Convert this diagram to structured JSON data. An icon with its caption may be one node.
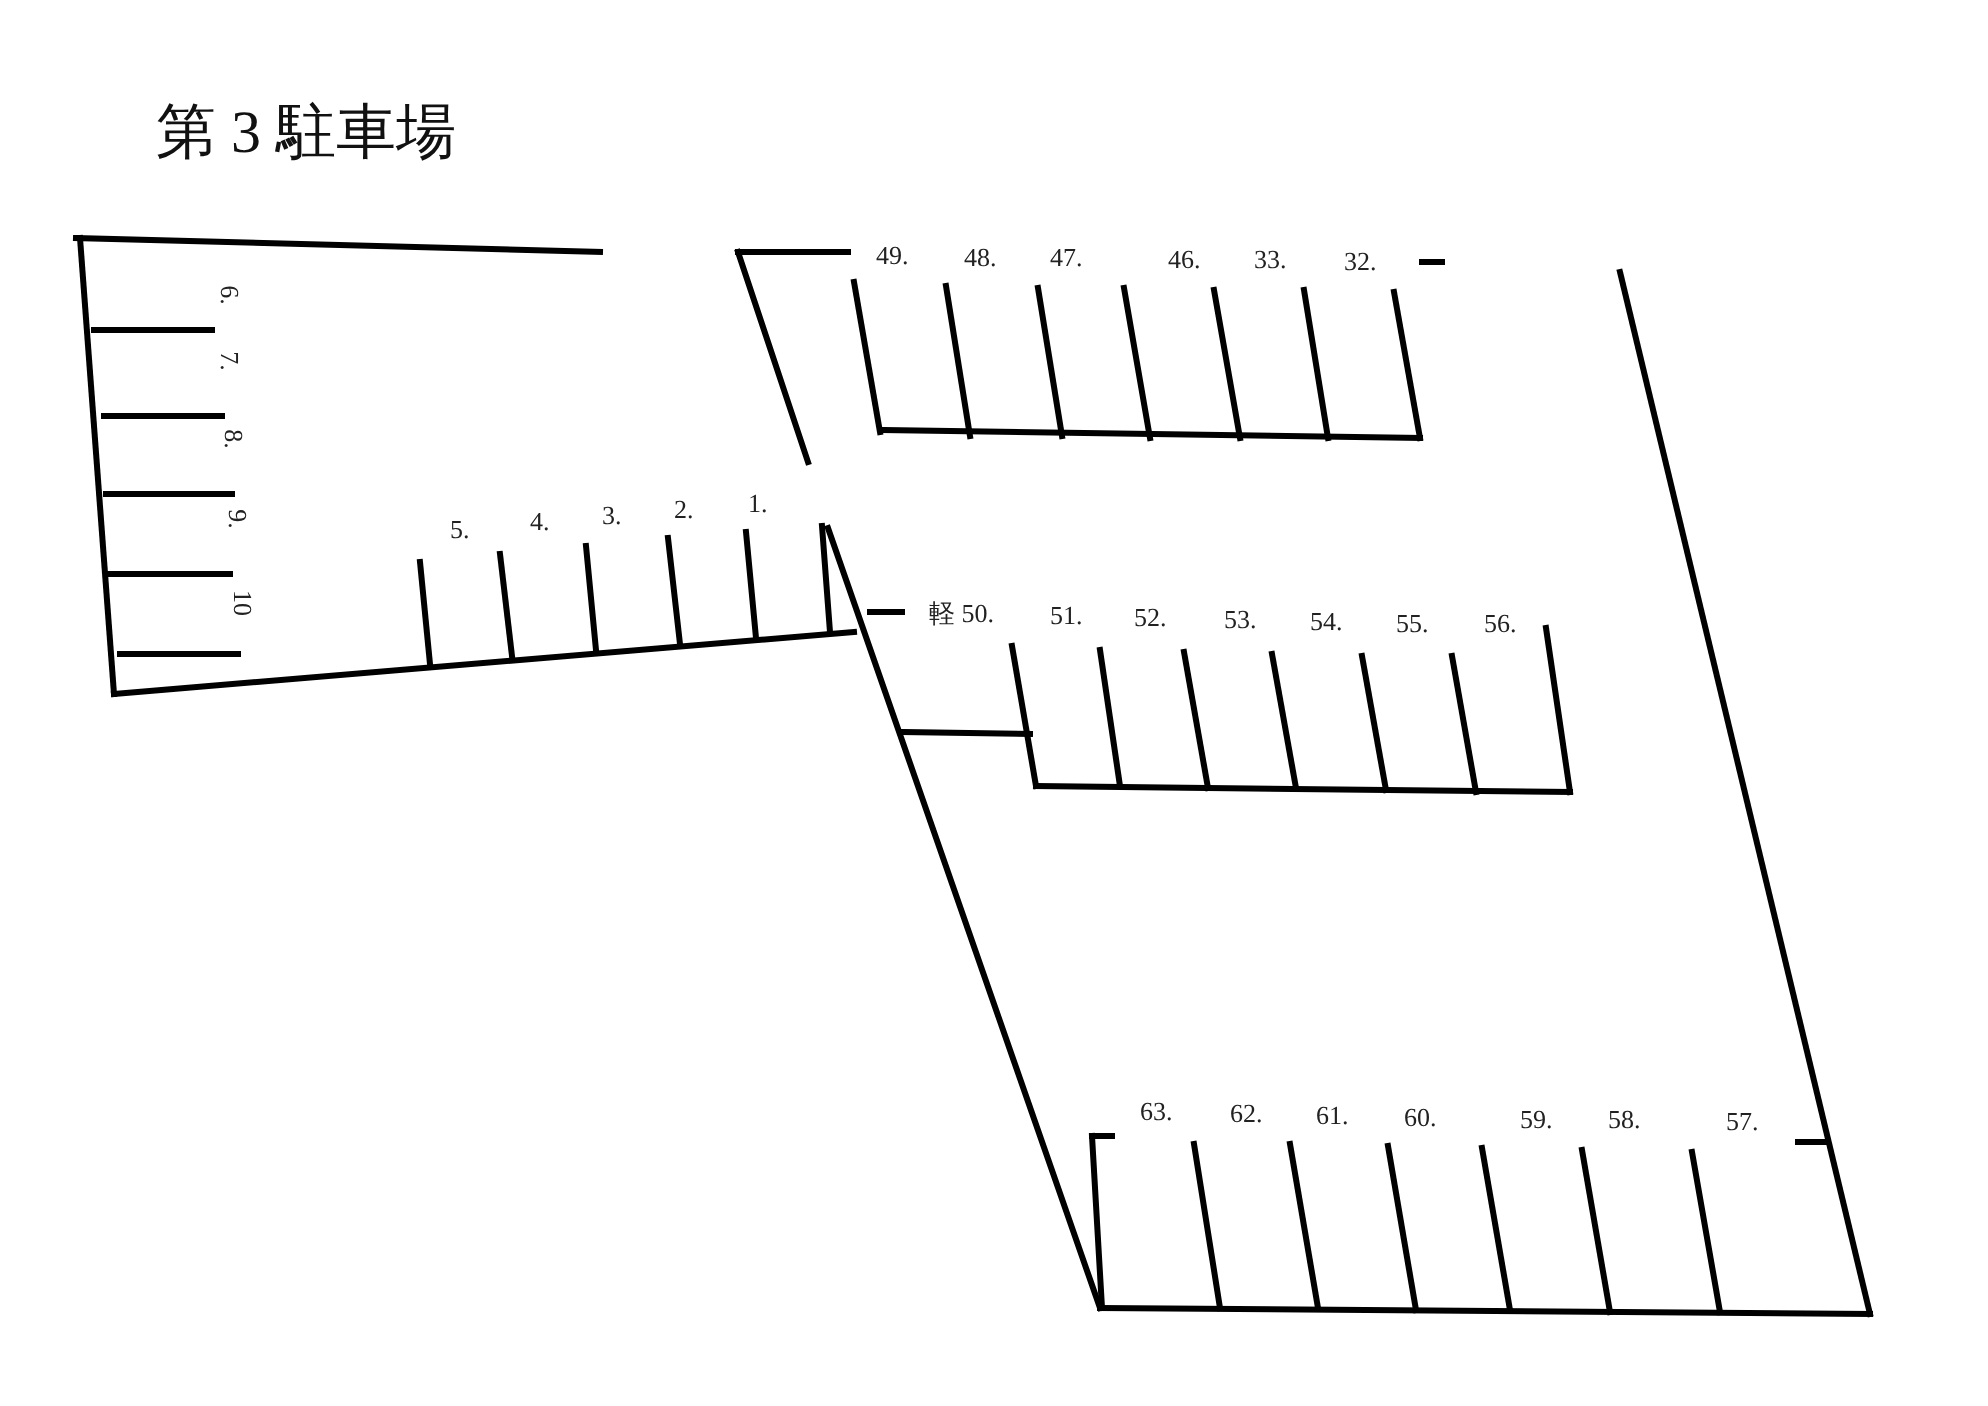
{
  "diagram": {
    "title": "第 3 駐車場",
    "labels": [
      "6.",
      "7.",
      "8.",
      "9.",
      "10",
      "5.",
      "4.",
      "3.",
      "2.",
      "1.",
      "49.",
      "48.",
      "47.",
      "46.",
      "33.",
      "32.",
      "軽 50.",
      "51.",
      "52.",
      "53.",
      "54.",
      "55.",
      "56.",
      "63.",
      "62.",
      "61.",
      "60.",
      "59.",
      "58.",
      "57."
    ]
  }
}
